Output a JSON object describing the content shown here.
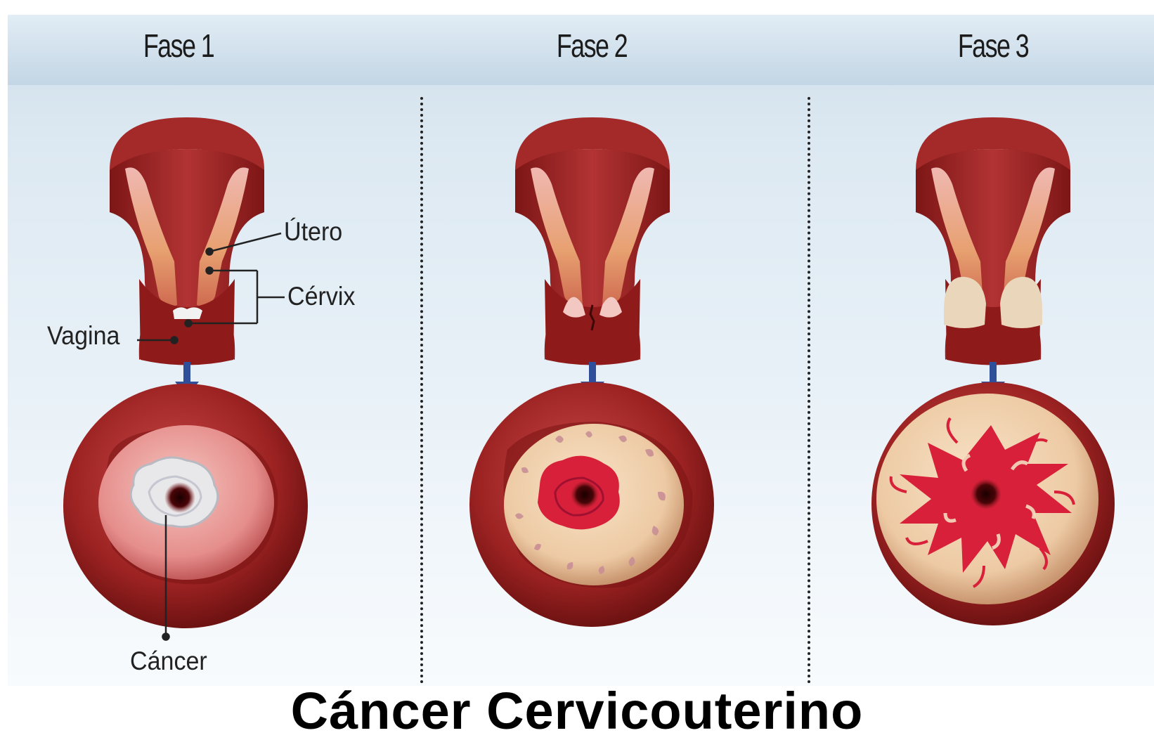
{
  "phases": [
    {
      "title": "Fase 1"
    },
    {
      "title": "Fase 2"
    },
    {
      "title": "Fase 3"
    }
  ],
  "labels": {
    "utero": "Útero",
    "cervix": "Cérvix",
    "vagina": "Vagina",
    "cancer": "Cáncer"
  },
  "title": "Cáncer Cervicouterino",
  "colors": {
    "tissue_dark": "#8e1a1a",
    "tissue_mid": "#b53232",
    "lining": "#eab08c",
    "arrow": "#2f4f9a",
    "tumor": "#d8203a"
  }
}
